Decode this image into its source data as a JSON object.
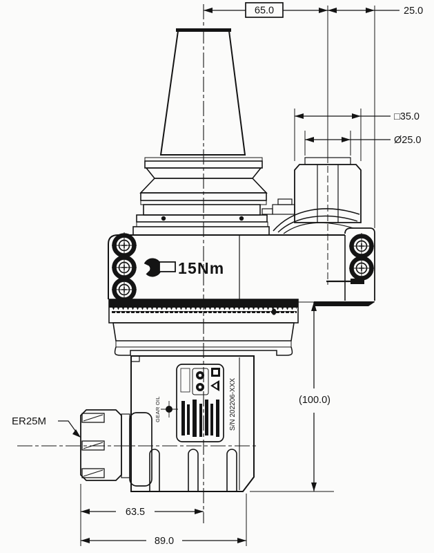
{
  "colors": {
    "ink": "#141414",
    "paper": "#fbfbfa"
  },
  "dims": {
    "top_width": "65.0",
    "right_offset": "25.0",
    "block_square": "□35.0",
    "block_diameter": "Ø25.0",
    "body_height": "(100.0)",
    "nose_to_center": "63.5",
    "overall_width": "89.0"
  },
  "labels": {
    "torque": "15Nm",
    "collet": "ER25M",
    "oil_port": "GEAR OIL",
    "serial": "S/N 202206-XXX"
  }
}
